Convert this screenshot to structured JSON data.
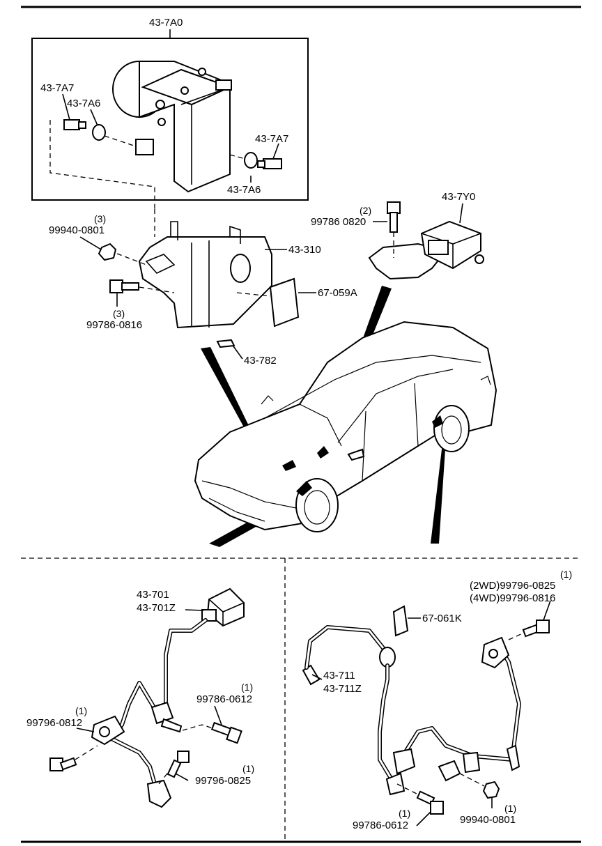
{
  "labels": {
    "hu_assy": "43-7A0",
    "union_bolt_a": "43-7A7",
    "washer_a": "43-7A6",
    "union_bolt_b": "43-7A7",
    "washer_b": "43-7A6",
    "nut_qty": "(3)",
    "nut": "99940-0801",
    "bracket": "43-310",
    "bolt_qty": "(3)",
    "bolt": "99786-0816",
    "insulator": "67-059A",
    "clip": "43-782",
    "sensor_bolt_qty": "(2)",
    "sensor_bolt": "99786 0820",
    "yaw_sensor": "43-7Y0",
    "front_sensor": "43-701",
    "front_sensor_z": "43-701Z",
    "front_bolt_a_qty": "(1)",
    "front_bolt_a": "99786-0612",
    "front_bolt_b_qty": "(1)",
    "front_bolt_b": "99796-0812",
    "front_bolt_c_qty": "(1)",
    "front_bolt_c": "99796-0825",
    "rear_bolt_qty": "(1)",
    "rear_bolt_2wd": "(2WD)99796-0825",
    "rear_bolt_4wd": "(4WD)99796-0816",
    "rear_label": "67-061K",
    "rear_sensor": "43-711",
    "rear_sensor_z": "43-711Z",
    "rear_bolt_b_qty": "(1)",
    "rear_bolt_b": "99786-0612",
    "rear_nut_qty": "(1)",
    "rear_nut": "99940-0801"
  }
}
